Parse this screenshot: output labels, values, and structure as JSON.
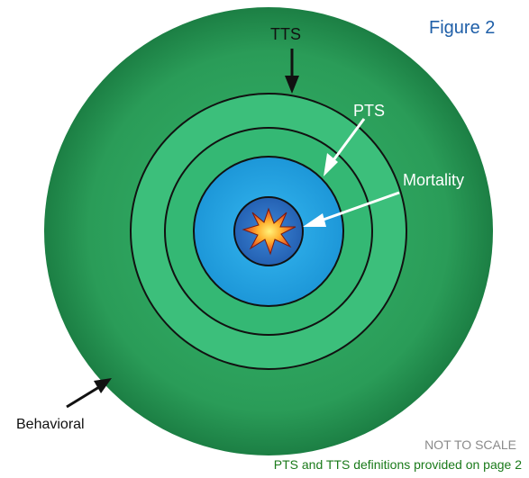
{
  "figure": {
    "title": "Figure 2",
    "not_to_scale": "NOT TO SCALE",
    "definitions_note": "PTS and TTS definitions provided on page 2"
  },
  "zones": [
    {
      "key": "behavioral",
      "label": "Behavioral",
      "color": "#1f8f4a"
    },
    {
      "key": "tts",
      "label": "TTS",
      "color": "#3ab874"
    },
    {
      "key": "pts",
      "label": "PTS",
      "color": "#1e9fe0"
    },
    {
      "key": "mortality",
      "label": "Mortality",
      "color": "#2a6fc4"
    }
  ],
  "colors": {
    "ring_stroke": "#111111",
    "text_dark": "#111111",
    "text_light": "#ffffff",
    "title_blue": "#1f5fa8",
    "note_gray": "#8a8a8a",
    "note_green": "#1a7a1a",
    "burst_outer": "#e43d2a",
    "burst_inner": "#ffd24a"
  }
}
